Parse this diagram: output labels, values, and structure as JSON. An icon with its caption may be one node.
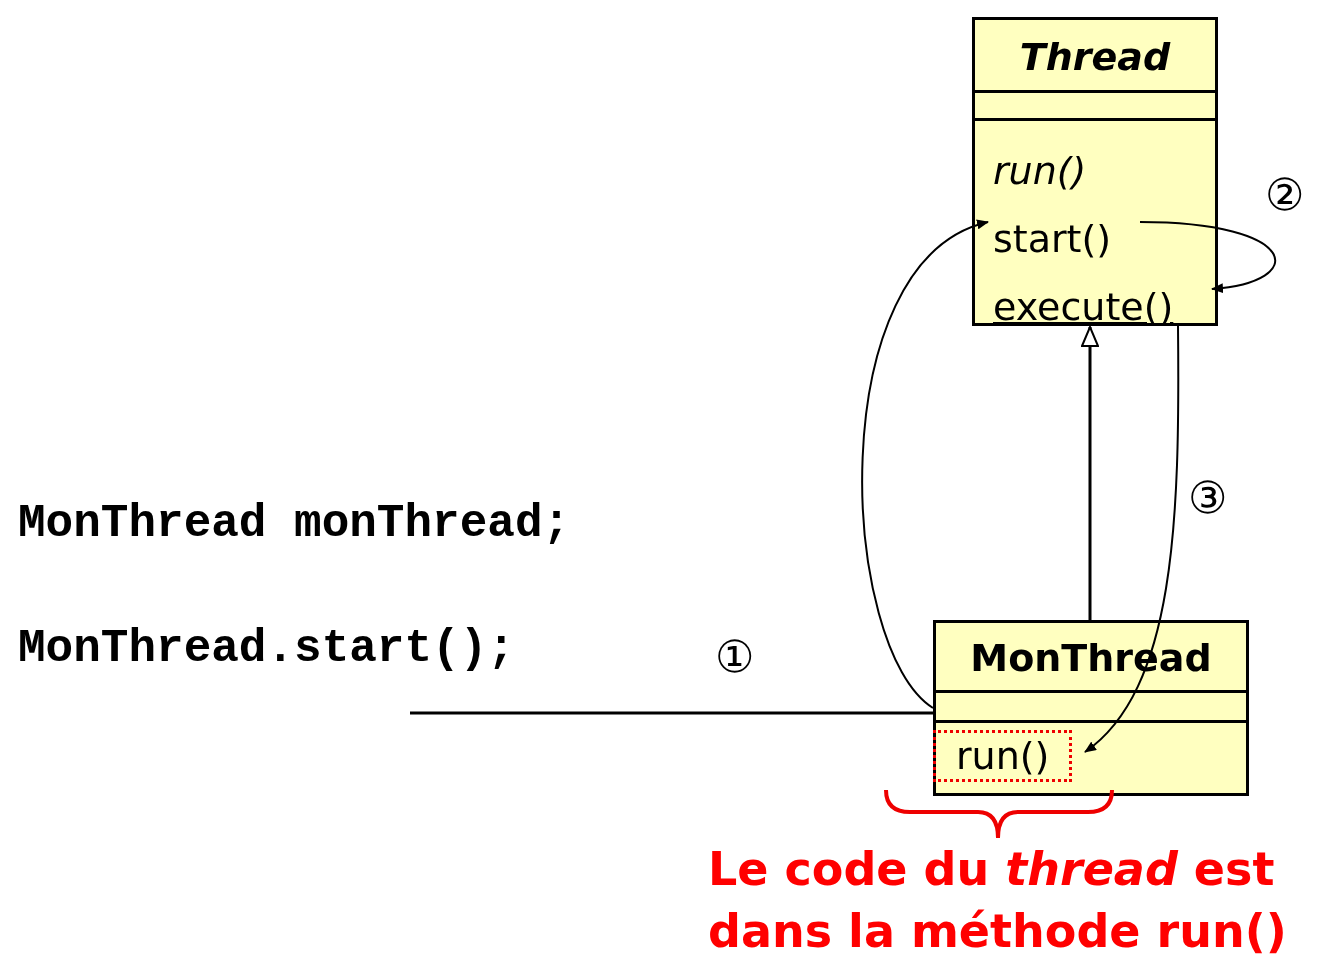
{
  "diagram": {
    "nodes": [
      {
        "text": [
          "Thread"
        ]
      },
      {
        "text": [
          "run()"
        ],
        "in": 0
      },
      {
        "text": [
          "start()"
        ],
        "in": 0
      },
      {
        "text": [
          "execute()"
        ],
        "in": 0
      },
      {
        "text": [
          "MonThread"
        ]
      },
      {
        "text": [
          "run()"
        ],
        "in": 4
      }
    ],
    "edges": [
      {
        "from": null,
        "to": 4,
        "arrow": "none",
        "label": "①"
      },
      {
        "from": 4,
        "to": 2,
        "arrow": "to"
      },
      {
        "from": 2,
        "to": 3,
        "arrow": "to",
        "label": "②"
      },
      {
        "from": 3,
        "to": 5,
        "arrow": "to",
        "label": "③"
      },
      {
        "from": 4,
        "to": 0,
        "arrow": "to"
      }
    ],
    "labels": [
      "MonThread monThread;",
      "MonThread.start();",
      "Le code du *thread* est dans la méthode run()"
    ]
  }
}
